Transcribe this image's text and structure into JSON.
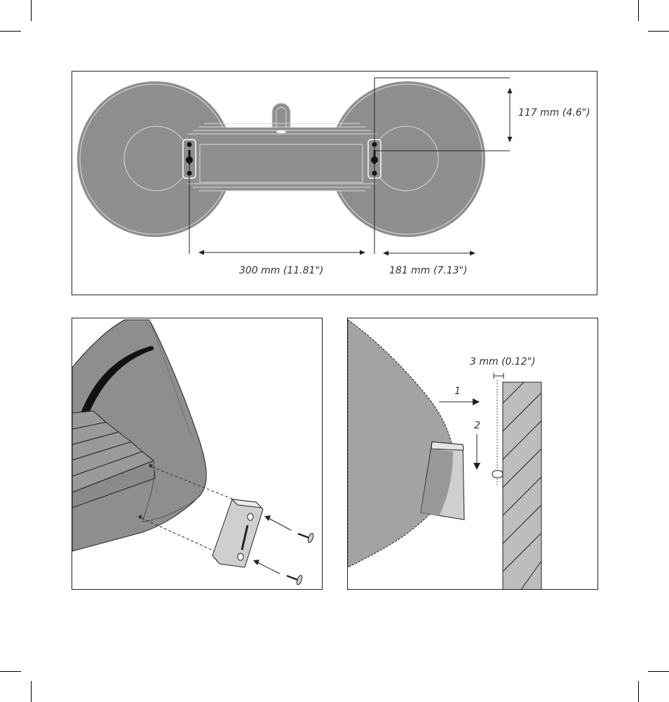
{
  "dimensions": {
    "height_spacing": "117 mm (4.6\")",
    "bracket_spacing": "300 mm (11.81\")",
    "side_offset": "181 mm (7.13\")"
  },
  "mounting": {
    "wall_gap": "3 mm (0.12\")",
    "step_1": "1",
    "step_2": "2"
  },
  "colors": {
    "speaker_fill": "#8e8e8e",
    "speaker_dark": "#6f6f6f",
    "bracket_fill": "#cfcfcf",
    "wall_fill": "#bdbdbd",
    "line": "#222222"
  }
}
